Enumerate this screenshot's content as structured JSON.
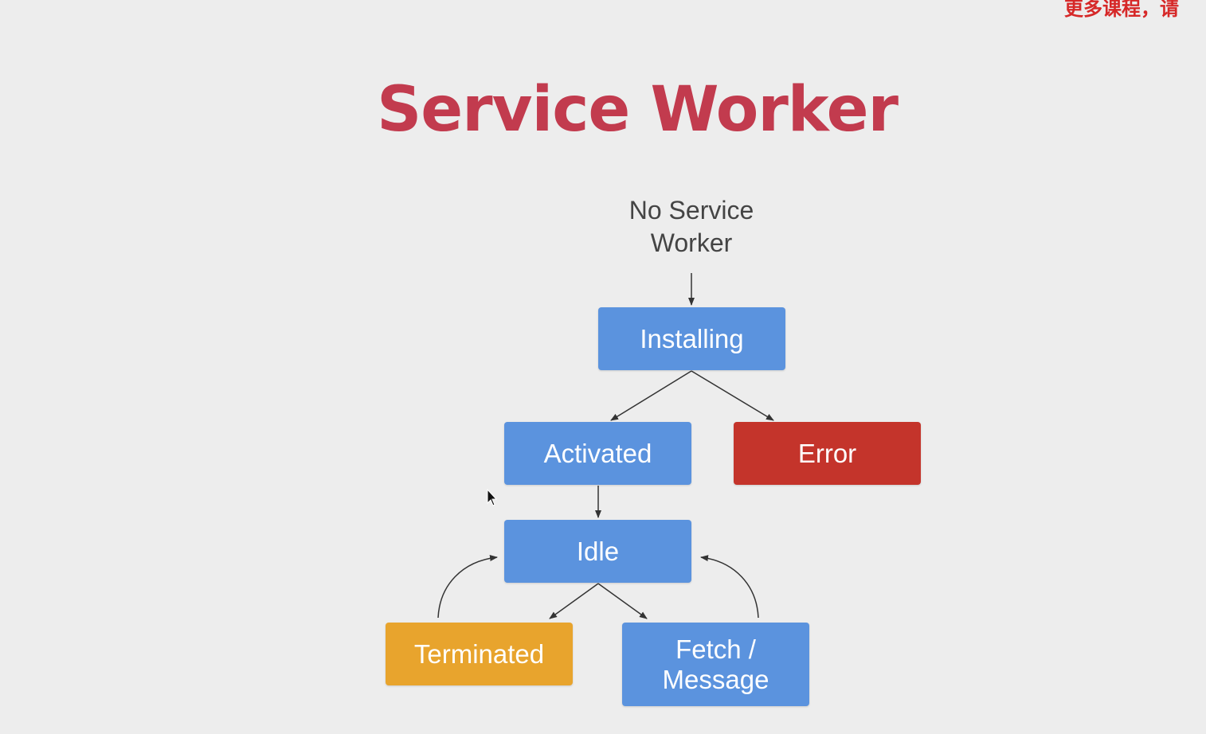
{
  "watermark": "更多课程，请",
  "title": "Service Worker",
  "diagram": {
    "start_label_line1": "No Service",
    "start_label_line2": "Worker",
    "nodes": {
      "installing": "Installing",
      "activated": "Activated",
      "error": "Error",
      "idle": "Idle",
      "terminated": "Terminated",
      "fetch_line1": "Fetch /",
      "fetch_line2": "Message"
    }
  },
  "colors": {
    "title": "#c23b4e",
    "state_blue": "#5b93de",
    "error_red": "#c4342b",
    "terminated_orange": "#e8a42d",
    "background": "#ededed",
    "watermark": "#d62828"
  }
}
